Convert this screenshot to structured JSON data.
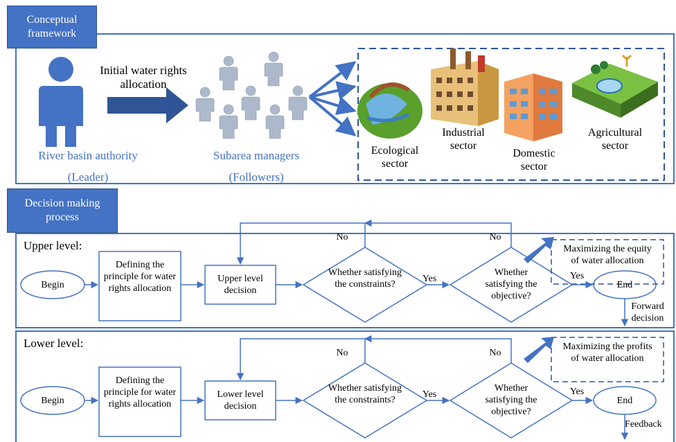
{
  "conceptual": {
    "tab_label": "Conceptual framework",
    "arrow_label": "Initial water rights allocation",
    "leader_name": "River basin authority",
    "leader_role": "(Leader)",
    "followers_name": "Subarea managers",
    "followers_role": "(Followers)",
    "sectors": {
      "ecological": "Ecological sector",
      "industrial": "Industrial sector",
      "domestic": "Domestic sector",
      "agricultural": "Agricultural sector"
    }
  },
  "decision": {
    "tab_label": "Decision making process",
    "upper": {
      "title": "Upper level:",
      "begin": "Begin",
      "principle": "Defining the principle for water rights allocation",
      "decision": "Upper level decision",
      "constraints": "Whether satisfying the constraints?",
      "objective": "Whether satisfying the objective?",
      "no1": "No",
      "no2": "No",
      "yes1": "Yes",
      "yes2": "Yes",
      "end": "End",
      "goal": "Maximizing the equity of water allocation",
      "down_label": "Forward decision"
    },
    "lower": {
      "title": "Lower level:",
      "begin": "Begin",
      "principle": "Defining the principle for water rights allocation",
      "decision": "Lower level decision",
      "constraints": "Whether satisfying the constraints?",
      "objective": "Whether satisfying the objective?",
      "no1": "No",
      "no2": "No",
      "yes1": "Yes",
      "yes2": "Yes",
      "end": "End",
      "goal": "Maximizing the profits of water allocation",
      "down_label": "Feedback"
    }
  },
  "colors": {
    "accent": "#4472c4",
    "person": "#adb9ca",
    "leader": "#4472c4"
  }
}
